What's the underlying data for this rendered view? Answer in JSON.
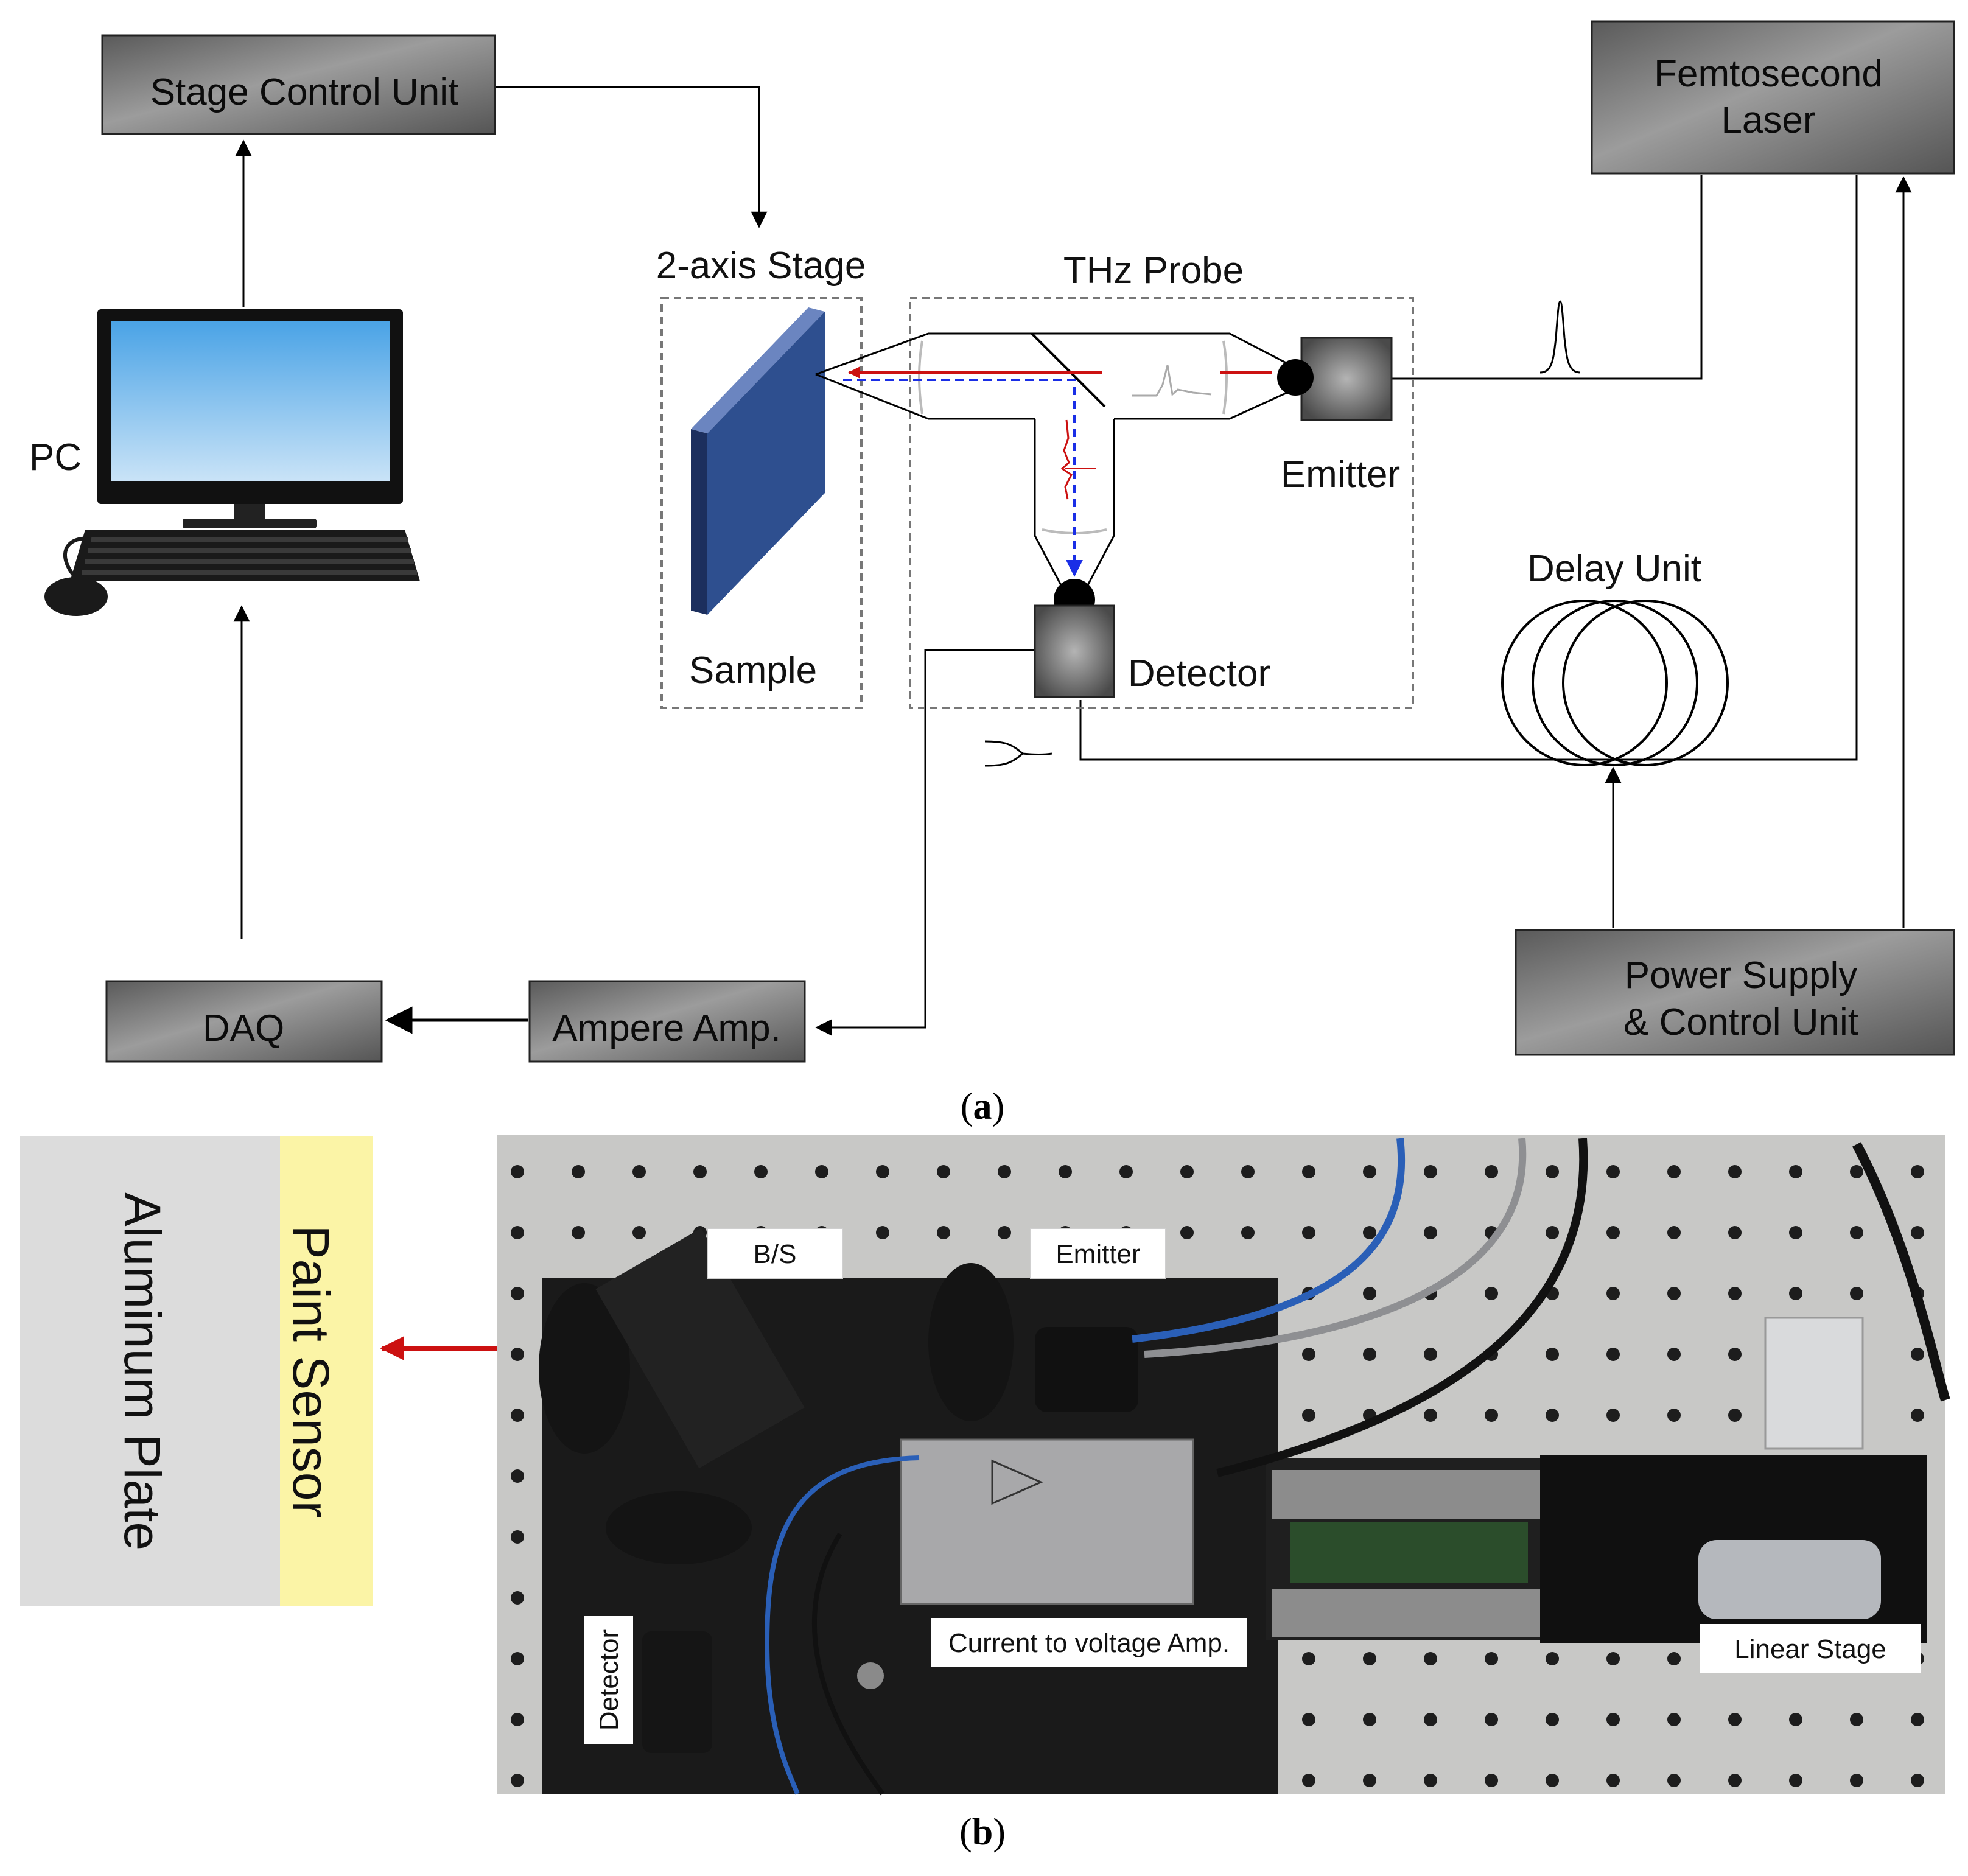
{
  "panel_a": {
    "caption_open": "(",
    "caption_letter": "a",
    "caption_close": ")",
    "boxes": {
      "stage_control": "Stage Control Unit",
      "femto_line1": "Femtosecond",
      "femto_line2": "Laser",
      "daq": "DAQ",
      "ampere": "Ampere Amp.",
      "power_line1": "Power Supply",
      "power_line2": "& Control Unit"
    },
    "labels": {
      "pc": "PC",
      "stage": "2-axis Stage",
      "thz_probe": "THz Probe",
      "sample": "Sample",
      "emitter": "Emitter",
      "detector": "Detector",
      "delay_unit": "Delay Unit"
    }
  },
  "panel_b": {
    "caption_open": "(",
    "caption_letter": "b",
    "caption_close": ")",
    "aluminum": "Aluminum Plate",
    "paint_sensor": "Paint Sensor",
    "tags": {
      "bs": "B/S",
      "emitter": "Emitter",
      "current_amp": "Current to voltage Amp.",
      "linear_stage": "Linear Stage",
      "detector": "Detector"
    }
  },
  "colors": {
    "box_fill": "#6f6f6f",
    "sample_blue": "#2e4f8f",
    "aluminum_gray": "#dcdcdc",
    "paint_yellow": "#fbf4a6",
    "arrow_red": "#cc1111",
    "beam_blue": "#1a2ee6"
  }
}
